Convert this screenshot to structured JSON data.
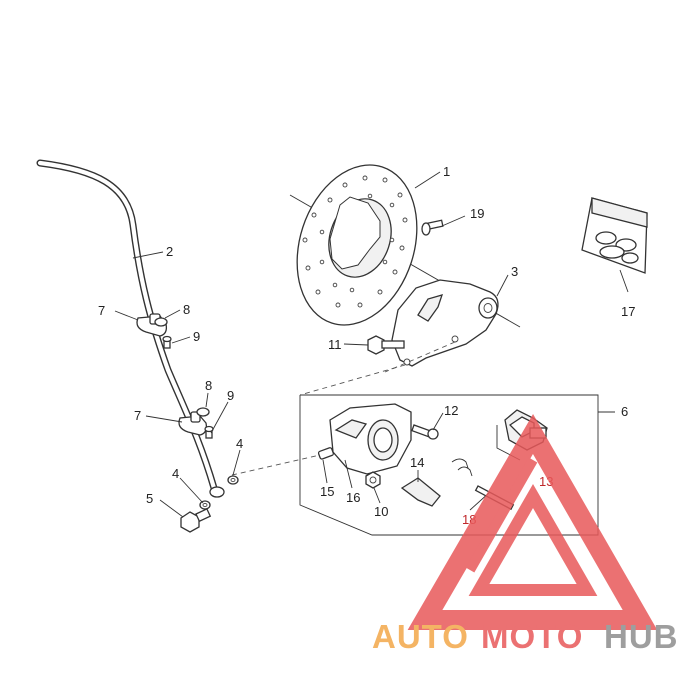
{
  "callouts": {
    "c1": "1",
    "c2": "2",
    "c3": "3",
    "c4a": "4",
    "c4b": "4",
    "c5": "5",
    "c6": "6",
    "c7a": "7",
    "c7b": "7",
    "c8a": "8",
    "c8b": "8",
    "c9a": "9",
    "c9b": "9",
    "c10": "10",
    "c11": "11",
    "c12": "12",
    "c13": "13",
    "c14": "14",
    "c15": "15",
    "c16": "16",
    "c17": "17",
    "c18": "18",
    "c19": "19"
  },
  "watermark": {
    "part1": "AUTO",
    "part2": "MOTO",
    "part3": "HUB",
    "color_orange": "#f3a84a",
    "color_red": "#e8595a",
    "color_grey": "#8e8e8e"
  },
  "colors": {
    "line": "#333333",
    "callout_red": "#c0282b"
  }
}
